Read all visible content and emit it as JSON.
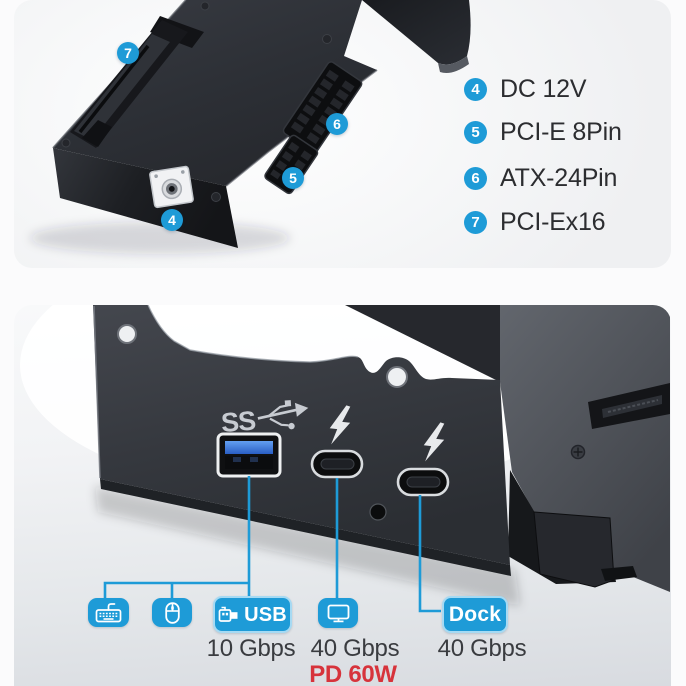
{
  "accent_blue": "#1e9bd7",
  "alert_red": "#d7333b",
  "top_panel": {
    "callouts": [
      {
        "number": "4",
        "label": "DC 12V"
      },
      {
        "number": "5",
        "label": "PCI-E 8Pin"
      },
      {
        "number": "6",
        "label": "ATX-24Pin"
      },
      {
        "number": "7",
        "label": "PCI-Ex16"
      }
    ]
  },
  "bottom_panel": {
    "usb_logo_text": "SS",
    "icons": {
      "usb_superspeed": "usb-superspeed-icon",
      "thunderbolt": "thunderbolt-icon",
      "keyboard": "keyboard-icon",
      "mouse": "mouse-icon",
      "usb_plug": "usb-plug-icon",
      "monitor": "monitor-icon"
    },
    "connections": {
      "usb": {
        "label": "USB",
        "speed": "10 Gbps"
      },
      "display": {
        "speed": "40 Gbps",
        "power": "PD 60W"
      },
      "dock": {
        "label": "Dock",
        "speed": "40 Gbps"
      }
    }
  }
}
